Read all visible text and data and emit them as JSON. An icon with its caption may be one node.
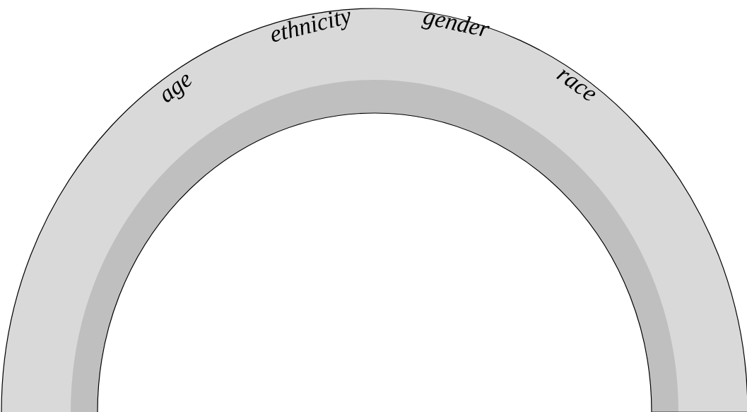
{
  "diagram": {
    "nodes": [
      {
        "text": [
          "age",
          "ethnicity",
          "gender",
          "race"
        ]
      }
    ]
  }
}
